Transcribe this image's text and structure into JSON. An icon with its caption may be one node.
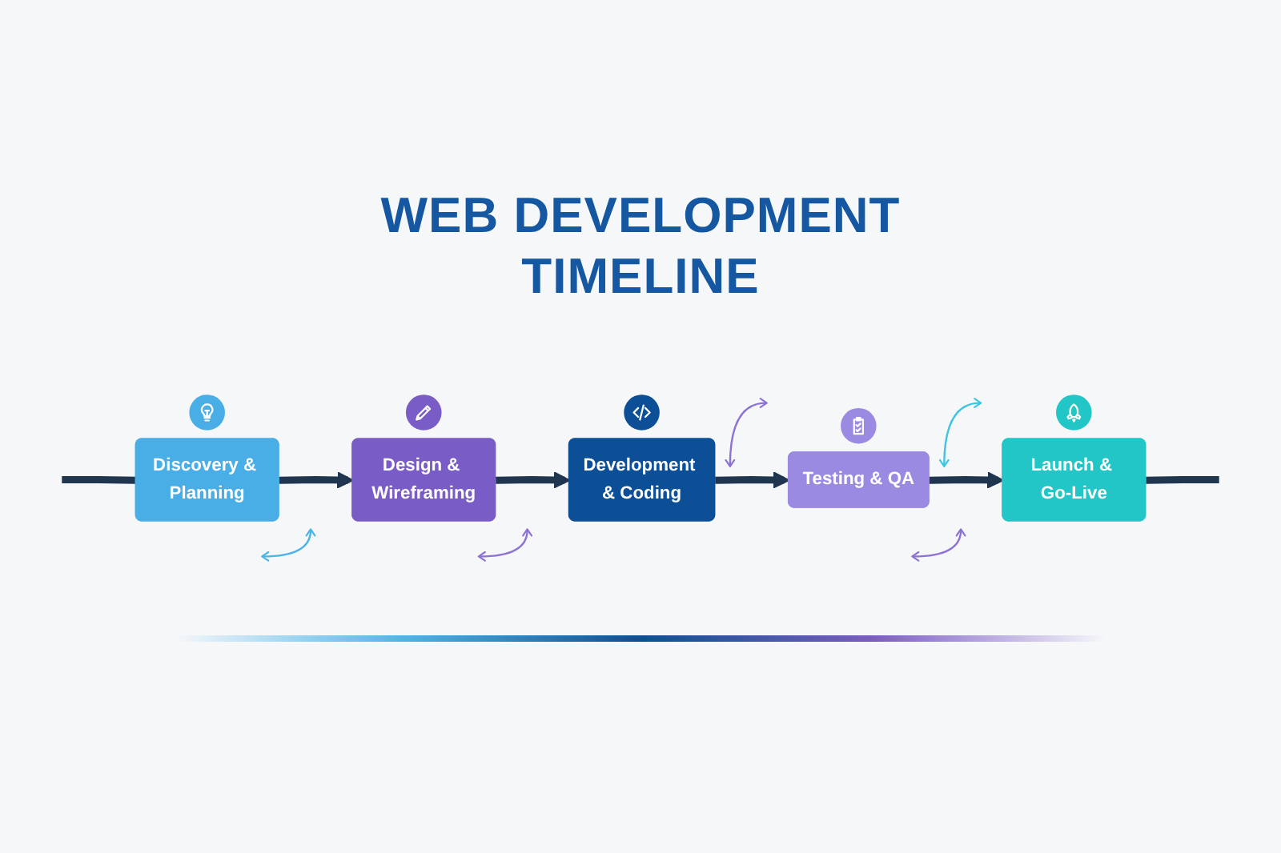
{
  "diagram": {
    "title": "WEB DEVELOPMENT TIMELINE",
    "nodes": [
      {
        "text": [
          "Discovery & Planning"
        ]
      },
      {
        "text": [
          "Design & Wireframing"
        ]
      },
      {
        "text": [
          "Development & Coding"
        ]
      },
      {
        "text": [
          "Testing & QA"
        ]
      },
      {
        "text": [
          "Launch & Go-Live"
        ]
      }
    ],
    "edges": [
      {
        "from": null,
        "to": 0,
        "arrow": "none"
      },
      {
        "from": 0,
        "to": 1,
        "arrow": "to"
      },
      {
        "from": 1,
        "to": 2,
        "arrow": "to"
      },
      {
        "from": 2,
        "to": 3,
        "arrow": "to"
      },
      {
        "from": 3,
        "to": 4,
        "arrow": "to"
      },
      {
        "from": 4,
        "to": null,
        "arrow": "none"
      }
    ]
  }
}
